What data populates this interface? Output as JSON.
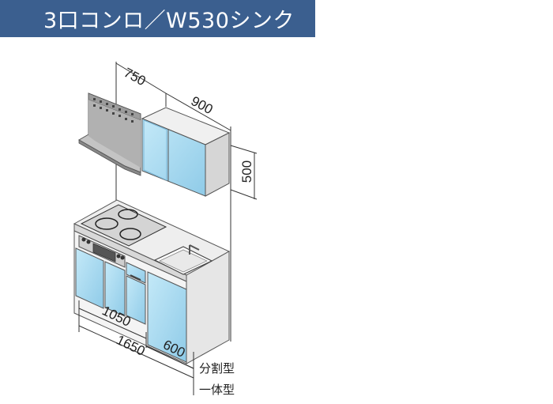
{
  "header": {
    "title": "3口コンロ／W530シンク"
  },
  "dimensions": {
    "hood_width": "750",
    "wall_cabinet_width": "900",
    "wall_cabinet_height": "500",
    "left_unit_width": "1050",
    "right_unit_width": "600",
    "total_width": "1650"
  },
  "types": {
    "split": "分割型",
    "integrated": "一体型"
  },
  "colors": {
    "header_bg": "#3b5f8f",
    "door_blue": "#a9dcf2",
    "door_shade": "#7ab6d6",
    "steel": "#b9b9b9",
    "counter": "#eeeeee"
  }
}
